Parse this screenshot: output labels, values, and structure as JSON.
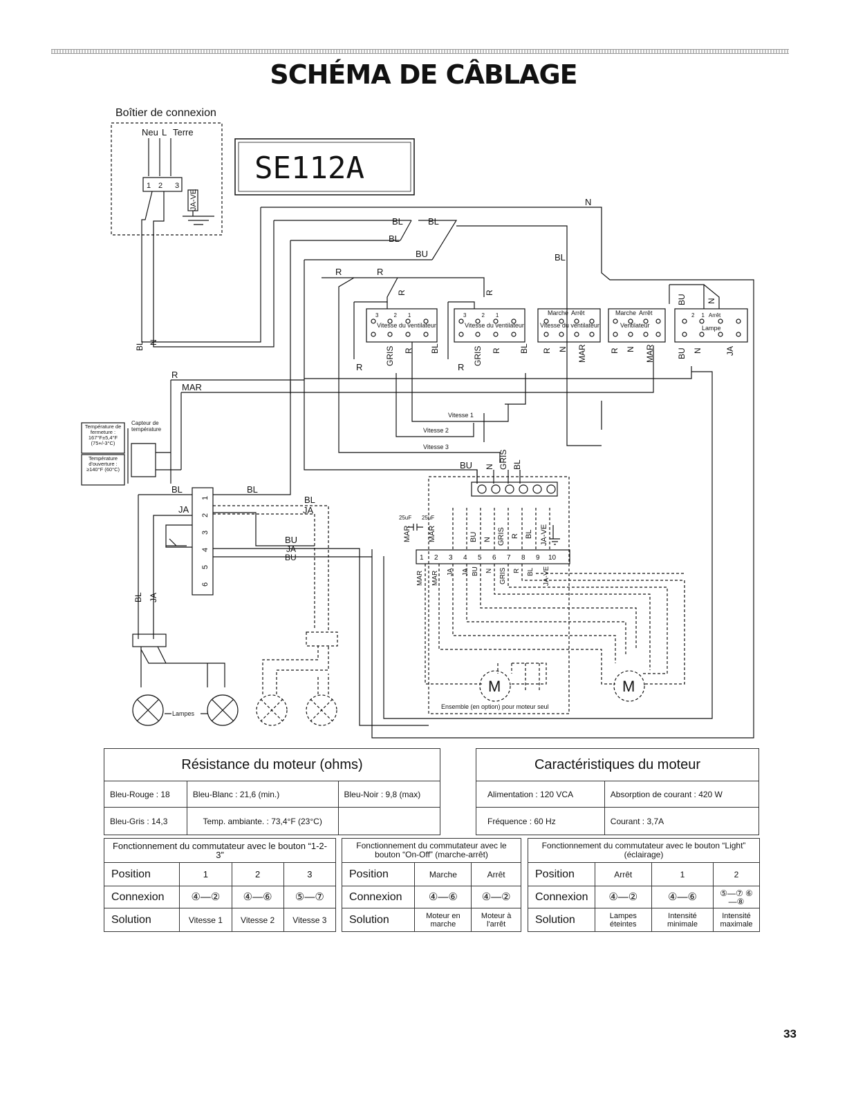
{
  "title": "SCHÉMA DE CÂBLAGE",
  "model": "SE112A",
  "junction_box": {
    "label": "Boîtier de connexion",
    "terminals": [
      "Neu",
      "L",
      "Terre"
    ],
    "terminal_numbers": [
      "1",
      "2",
      "3"
    ],
    "ground": "JA-VE"
  },
  "wire_labels": {
    "N": "N",
    "BL": "BL",
    "BU": "BU",
    "R": "R",
    "MAR": "MAR",
    "GRIS": "GRIS",
    "JA": "JA",
    "JAVE": "JA-VE"
  },
  "switches": {
    "speed": "Vitesse du ventilateur",
    "marche": "Marche",
    "arret": "Arrêt",
    "ventilateur": "Ventilateur",
    "lampe": "Lampe",
    "pos3": "3",
    "pos2": "2",
    "pos1": "1"
  },
  "speeds": [
    "Vitesse 1",
    "Vitesse 2",
    "Vitesse 3"
  ],
  "sensor": {
    "label": "Capteur de température",
    "close_temp": "Température de fermeture : 167°F±5,4°F (75+/-3°C)",
    "open_temp": "Température d'ouverture : ≥140°F (60°C)"
  },
  "capacitors": [
    "25uF",
    "25uF"
  ],
  "lamps_label": "Lampes",
  "motor_label": "M",
  "option_label": "Ensemble (en option) pour moteur seul",
  "strip_numbers": [
    "1",
    "2",
    "3",
    "4",
    "5",
    "6",
    "7",
    "8",
    "9",
    "10"
  ],
  "relay_numbers": [
    "1",
    "2",
    "3",
    "4",
    "5",
    "6"
  ],
  "resistance": {
    "title": "Résistance du moteur (ohms)",
    "rows": [
      [
        "Bleu-Rouge : 18",
        "Bleu-Blanc : 21,6 (min.)",
        "Bleu-Noir : 9,8 (max)"
      ],
      [
        "Bleu-Gris : 14,3",
        "Temp. ambiante. : 73,4°F (23°C)",
        ""
      ]
    ]
  },
  "characteristics": {
    "title": "Caractéristiques du moteur",
    "rows": [
      [
        "Alimentation : 120 VCA",
        "Absorption de courant : 420 W"
      ],
      [
        "Fréquence : 60 Hz",
        "Courant : 3,7A"
      ]
    ]
  },
  "switch_tables": [
    {
      "caption": "Fonctionnement du commutateur avec le bouton “1-2-3”",
      "position_label": "Position",
      "positions": [
        "1",
        "2",
        "3"
      ],
      "connexion_label": "Connexion",
      "connexions": [
        "④—②",
        "④—⑥",
        "⑤—⑦"
      ],
      "solution_label": "Solution",
      "solutions": [
        "Vitesse 1",
        "Vitesse 2",
        "Vitesse 3"
      ]
    },
    {
      "caption": "Fonctionnement du commutateur avec le bouton “On-Off” (marche-arrêt)",
      "position_label": "Position",
      "positions": [
        "Marche",
        "Arrêt"
      ],
      "connexion_label": "Connexion",
      "connexions": [
        "④—⑥",
        "④—②"
      ],
      "solution_label": "Solution",
      "solutions": [
        "Moteur en marche",
        "Moteur à l'arrêt"
      ]
    },
    {
      "caption": "Fonctionnement du commutateur avec le bouton “Light” (éclairage)",
      "position_label": "Position",
      "positions": [
        "Arrêt",
        "1",
        "2"
      ],
      "connexion_label": "Connexion",
      "connexions": [
        "④—②",
        "④—⑥",
        "⑤—⑦ ⑥—⑧"
      ],
      "solution_label": "Solution",
      "solutions": [
        "Lampes éteintes",
        "Intensité minimale",
        "Intensité maximale"
      ]
    }
  ],
  "page_number": "33"
}
